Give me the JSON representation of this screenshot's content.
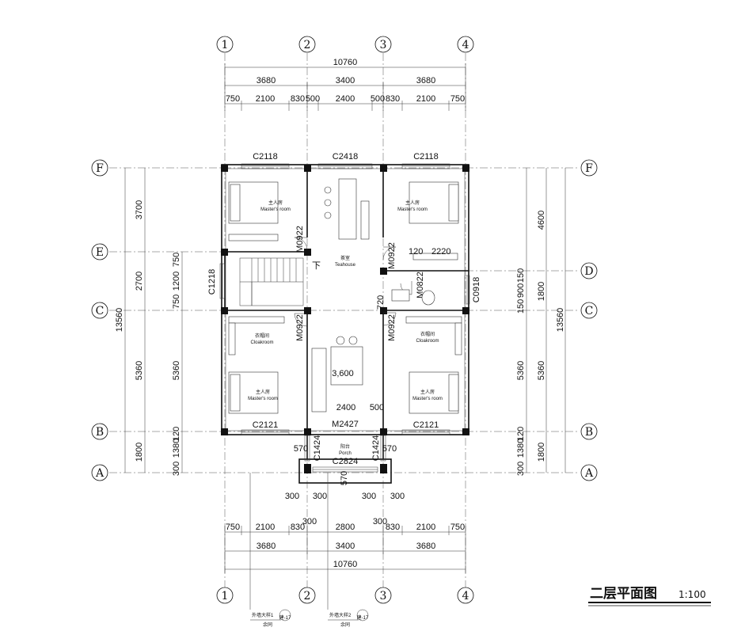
{
  "drawing": {
    "title": "二层平面图",
    "scale": "1:100"
  },
  "axes": {
    "vertical": [
      "1",
      "2",
      "3",
      "4"
    ],
    "horizontal": [
      "A",
      "B",
      "C",
      "D",
      "E",
      "F"
    ]
  },
  "dimensions": {
    "top_total": "10760",
    "top_bays": [
      "3680",
      "3400",
      "3680"
    ],
    "top_segments": [
      "750",
      "2100",
      "830",
      "500",
      "2400",
      "500",
      "830",
      "2100",
      "750"
    ],
    "bottom_total": "10760",
    "bottom_bays": [
      "3680",
      "3400",
      "3680"
    ],
    "bottom_segments": [
      "750",
      "2100",
      "830",
      "2800",
      "830",
      "2100",
      "750"
    ],
    "bottom_extra": [
      "300",
      "300",
      "300",
      "300",
      "300",
      "300"
    ],
    "left_total": "13560",
    "left_bays": [
      "3700",
      "2700",
      "5360",
      "1800"
    ],
    "left_segments": [
      "750",
      "1200",
      "750",
      "5360",
      "1380",
      "120",
      "300"
    ],
    "right_total": "13560",
    "right_bays": [
      "4600",
      "1800",
      "5360",
      "1800"
    ],
    "right_segments": [
      "150",
      "900",
      "150",
      "5360",
      "1380",
      "120",
      "300"
    ]
  },
  "openings": {
    "windows": [
      "C2118",
      "C2418",
      "C2118",
      "C1218",
      "C0918",
      "C2121",
      "C2121",
      "C1424",
      "C1424",
      "C2824"
    ],
    "doors": [
      "M0922",
      "M0922",
      "M0822",
      "M0922",
      "M0922",
      "M2427"
    ]
  },
  "rooms": {
    "master_nw_cn": "主人房",
    "master_nw_en": "Master's room",
    "master_ne_cn": "主人房",
    "master_ne_en": "Master's room",
    "tea_cn": "茶室",
    "tea_en": "Teahouse",
    "cloak_w_cn": "衣帽间",
    "cloak_w_en": "Cloakroom",
    "cloak_e_cn": "衣帽间",
    "cloak_e_en": "Cloakroom",
    "master_sw_cn": "主人房",
    "master_sw_en": "Master's room",
    "master_se_cn": "主人房",
    "master_se_en": "Master's room",
    "porch_cn": "阳台",
    "porch_en": "Porch"
  },
  "annotations": {
    "stair_down": "下",
    "inner_120": "120",
    "inner_2220": "2220",
    "inner_720": "720",
    "inner_3600": "3,600",
    "inner_2400": "2400",
    "inner_500": "500",
    "porch_570_l": "570",
    "porch_570_r": "570",
    "porch_570_c": "570",
    "detail1": "外墙大样1",
    "detail2": "外墙大样2",
    "detail_ref": "余同",
    "detail_sheet": "建-17"
  }
}
